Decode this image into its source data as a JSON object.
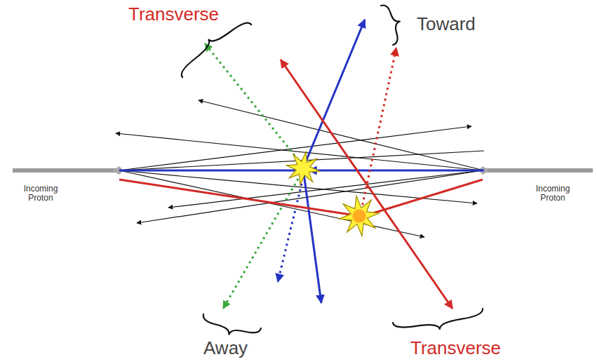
{
  "diagram": {
    "labels": [
      "Transverse",
      "Toward",
      "Incoming Proton",
      "Incoming Proton",
      "Away",
      "Transverse"
    ]
  }
}
